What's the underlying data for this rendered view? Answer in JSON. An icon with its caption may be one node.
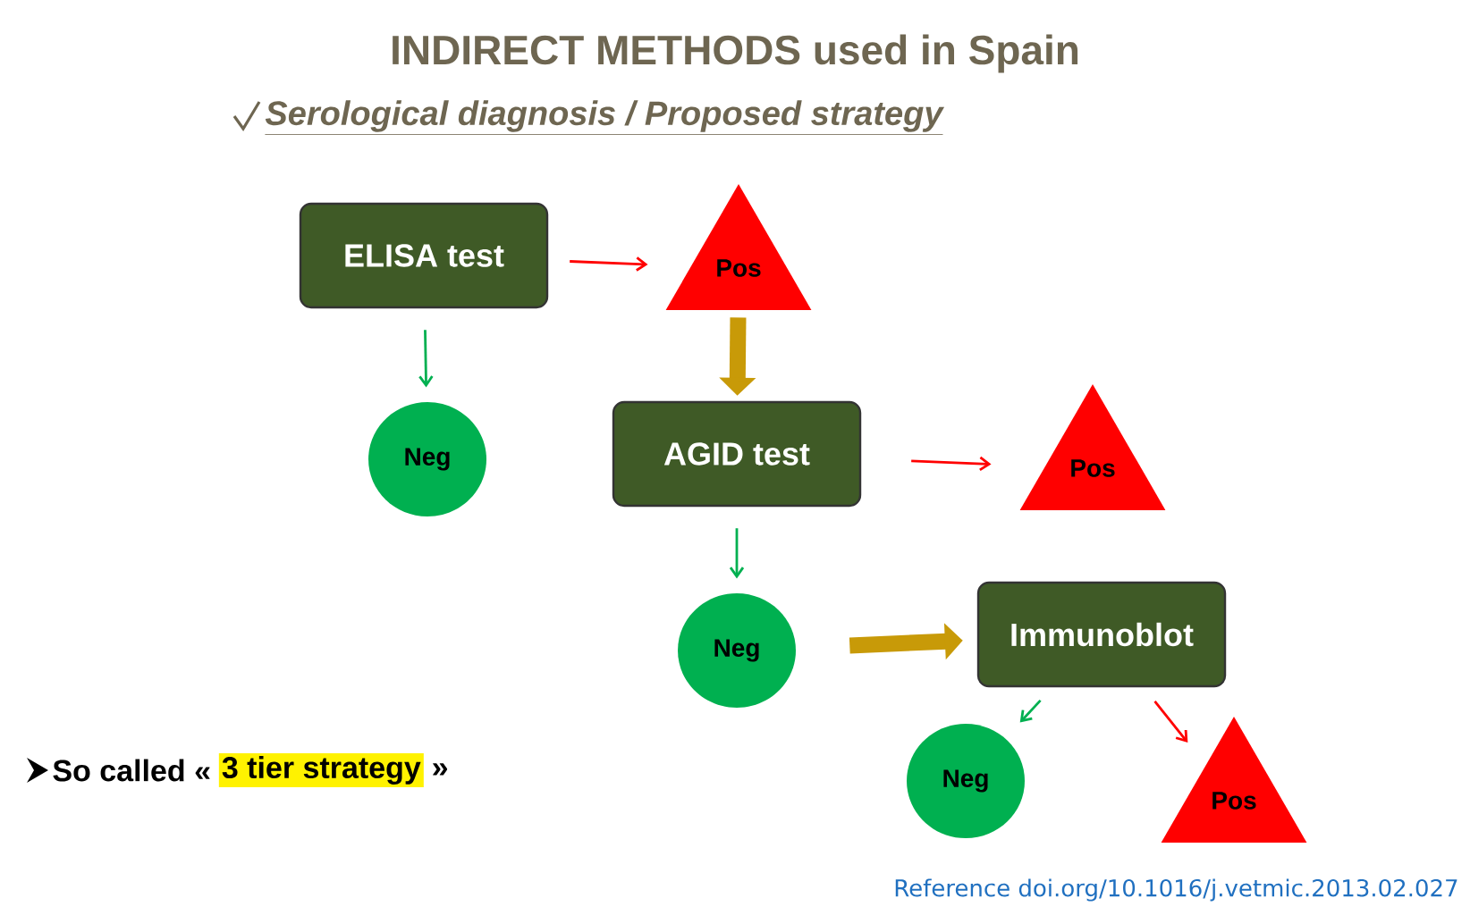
{
  "diagram": {
    "title": "INDIRECT METHODS used in Spain",
    "nodes": [
      {
        "text": [
          "ELISA test"
        ]
      },
      {
        "text": [
          "Pos"
        ]
      },
      {
        "text": [
          "Neg"
        ]
      },
      {
        "text": [
          "AGID test"
        ]
      },
      {
        "text": [
          "Pos"
        ]
      },
      {
        "text": [
          "Neg"
        ]
      },
      {
        "text": [
          "Immunoblot"
        ]
      },
      {
        "text": [
          "Neg"
        ]
      },
      {
        "text": [
          "Pos"
        ]
      }
    ],
    "edges": [
      {
        "from": 0,
        "to": 1,
        "arrow": "to",
        "color": "#ff0000"
      },
      {
        "from": 0,
        "to": 2,
        "arrow": "to",
        "color": "#00b050"
      },
      {
        "from": 1,
        "to": 3,
        "arrow": "to",
        "style": "thick",
        "color": "#c89a08"
      },
      {
        "from": 3,
        "to": 4,
        "arrow": "to",
        "color": "#ff0000"
      },
      {
        "from": 3,
        "to": 5,
        "arrow": "to",
        "color": "#00b050"
      },
      {
        "from": 5,
        "to": 6,
        "arrow": "to",
        "style": "thick",
        "color": "#c89a08"
      },
      {
        "from": 6,
        "to": 7,
        "arrow": "to",
        "color": "#00b050"
      },
      {
        "from": 6,
        "to": 8,
        "arrow": "to",
        "color": "#ff0000"
      }
    ],
    "labels": [
      "Serological diagnosis / Proposed strategy",
      "So called «",
      "3 tier strategy",
      "»",
      "Reference doi.org/10.1016/j.vetmic.2013.02.027"
    ]
  }
}
